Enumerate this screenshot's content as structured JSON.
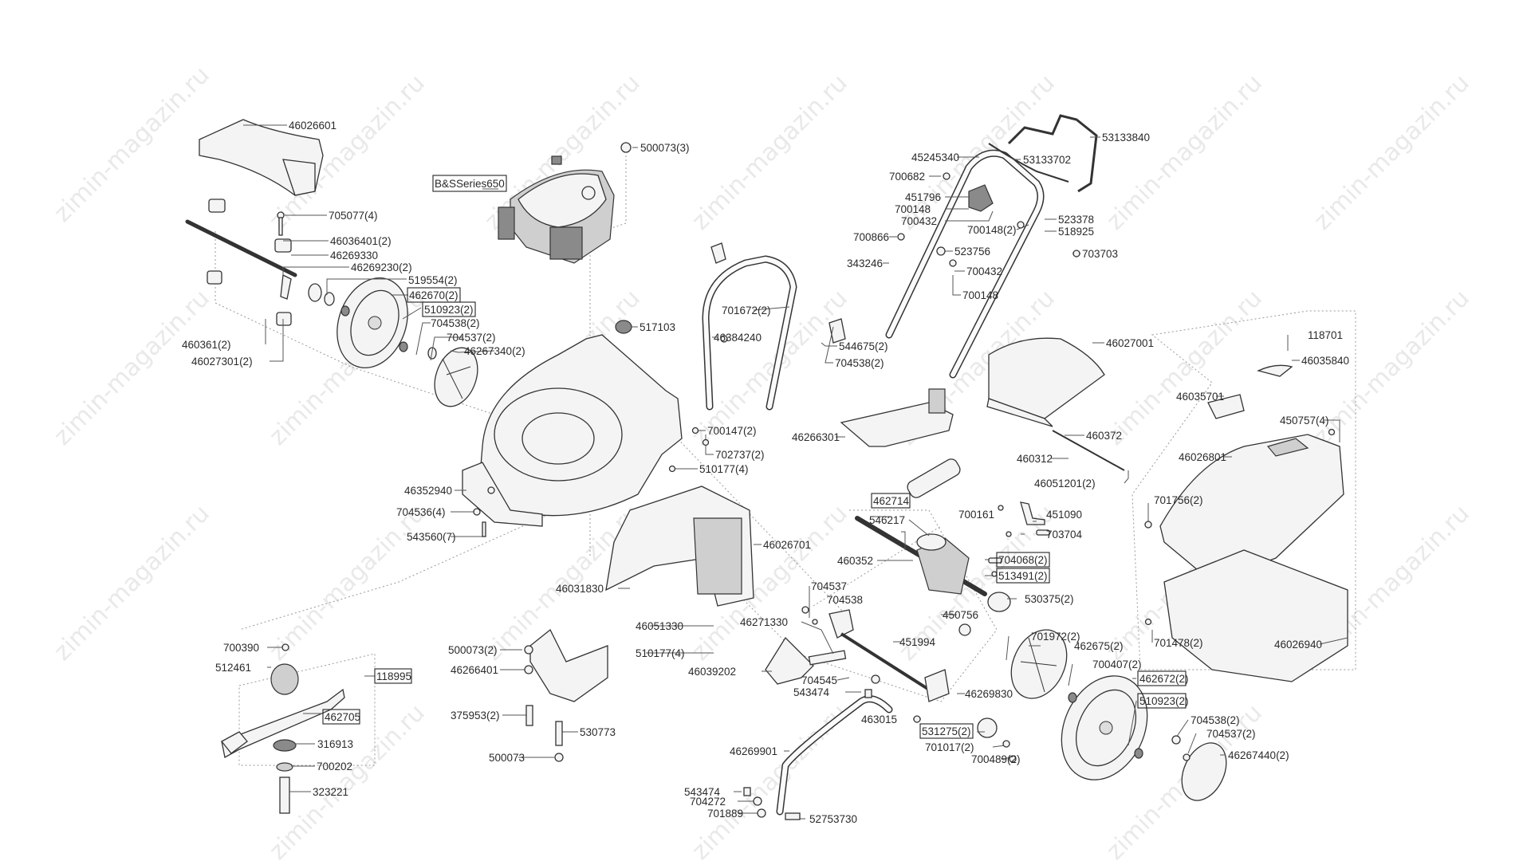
{
  "watermark": "zimin-magazin.ru",
  "engine_label": "B&SSeries650",
  "labels": {
    "l46026601": "46026601",
    "l705077": "705077(4)",
    "l46036401": "46036401(2)",
    "l46269330": "46269330",
    "l46269230": "46269230(2)",
    "l519554": "519554(2)",
    "l462670": "462670(2)",
    "l510923a": "510923(2)",
    "l704538a": "704538(2)",
    "l704537a": "704537(2)",
    "l46267340": "46267340(2)",
    "l460361": "460361(2)",
    "l46027301": "46027301(2)",
    "l500073_3": "500073(3)",
    "l517103": "517103",
    "l701672": "701672(2)",
    "l46384240": "46384240",
    "l544675": "544675(2)",
    "l704538b": "704538(2)",
    "l53133840": "53133840",
    "l45245340": "45245340",
    "l53133702": "53133702",
    "l700682": "700682",
    "l451796": "451796",
    "l700148a": "700148",
    "l700432a": "700432",
    "l700148_2": "700148(2)",
    "l523378": "523378",
    "l518925": "518925",
    "l700866": "700866",
    "l523756": "523756",
    "l343246": "343246",
    "l700432b": "700432",
    "l700148b": "700148",
    "l703703": "703703",
    "l46027001": "46027001",
    "l118701": "118701",
    "l46035840": "46035840",
    "l46035701": "46035701",
    "l450757": "450757(4)",
    "l46026801": "46026801",
    "l46266301": "46266301",
    "l460372": "460372",
    "l460312": "460312",
    "l46051201": "46051201(2)",
    "l700147": "700147(2)",
    "l702737": "702737(2)",
    "l510177a": "510177(4)",
    "l46352940": "46352940",
    "l704536": "704536(4)",
    "l543560": "543560(7)",
    "l46026701": "46026701",
    "l46031830": "46031830",
    "l462714": "462714",
    "l546217": "546217",
    "l700161": "700161",
    "l451090": "451090",
    "l703704": "703704",
    "l460352": "460352",
    "l704068": "704068(2)",
    "l513491": "513491(2)",
    "l701756": "701756(2)",
    "l530375": "530375(2)",
    "l704537b": "704537",
    "l704538c": "704538",
    "l450756": "450756",
    "l46051330": "46051330",
    "l46271330": "46271330",
    "l451994": "451994",
    "l510177b": "510177(4)",
    "l46039202": "46039202",
    "l704545": "704545",
    "l543474a": "543474",
    "l46269830": "46269830",
    "l701972": "701972(2)",
    "l462675": "462675(2)",
    "l700407": "700407(2)",
    "l462672": "462672(2)",
    "l510923b": "510923(2)",
    "l701478": "701478(2)",
    "l46026940": "46026940",
    "l463015": "463015",
    "l531275": "531275(2)",
    "l701017": "701017(2)",
    "l700489": "700489(2)",
    "l704538d": "704538(2)",
    "l704537c": "704537(2)",
    "l46267440": "46267440(2)",
    "l46269901": "46269901",
    "l543474b": "543474",
    "l704272": "704272",
    "l701889": "701889",
    "l52753730": "52753730",
    "l700390": "700390",
    "l512461": "512461",
    "l118995": "118995",
    "l462705": "462705",
    "l316913": "316913",
    "l700202": "700202",
    "l323221": "323221",
    "l500073_2": "500073(2)",
    "l46266401": "46266401",
    "l375953": "375953(2)",
    "l530773": "530773",
    "l500073": "500073"
  }
}
